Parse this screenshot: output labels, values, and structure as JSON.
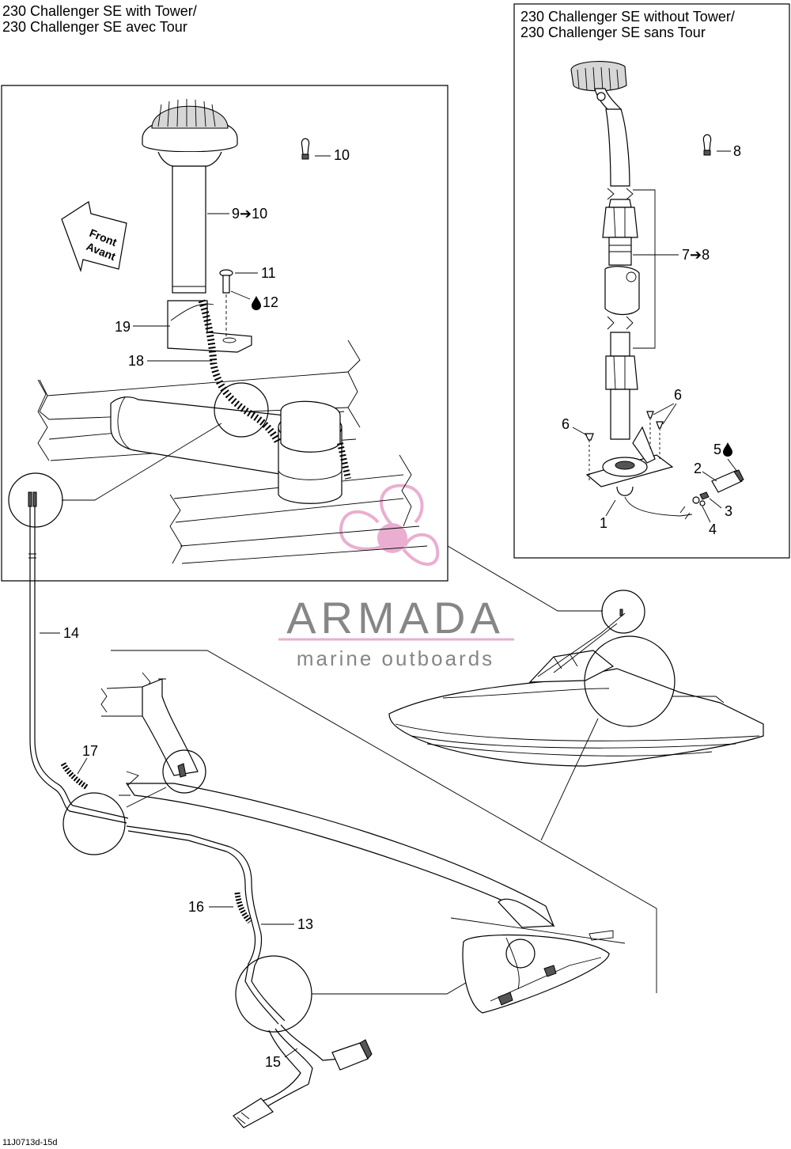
{
  "titles": {
    "with_tower_en": "230 Challenger SE with Tower/",
    "with_tower_fr": "230 Challenger SE avec Tour",
    "without_tower_en": "230 Challenger SE without Tower/",
    "without_tower_fr": "230 Challenger SE sans Tour"
  },
  "direction_arrow": {
    "line1": "Front",
    "line2": "Avant"
  },
  "callouts": {
    "c1": "1",
    "c2": "2",
    "c3": "3",
    "c4": "4",
    "c5": "5",
    "c6a": "6",
    "c6b": "6",
    "c7": "7➔8",
    "c8": "8",
    "c9": "9➔10",
    "c10": "10",
    "c11": "11",
    "c12": "12",
    "c13": "13",
    "c14": "14",
    "c15": "15",
    "c16": "16",
    "c17": "17",
    "c18": "18",
    "c19": "19"
  },
  "watermark": {
    "brand": "ARMADA",
    "tagline": "marine outboards",
    "color": "#e8a6cc"
  },
  "figure_code": "11J0713d-15d"
}
